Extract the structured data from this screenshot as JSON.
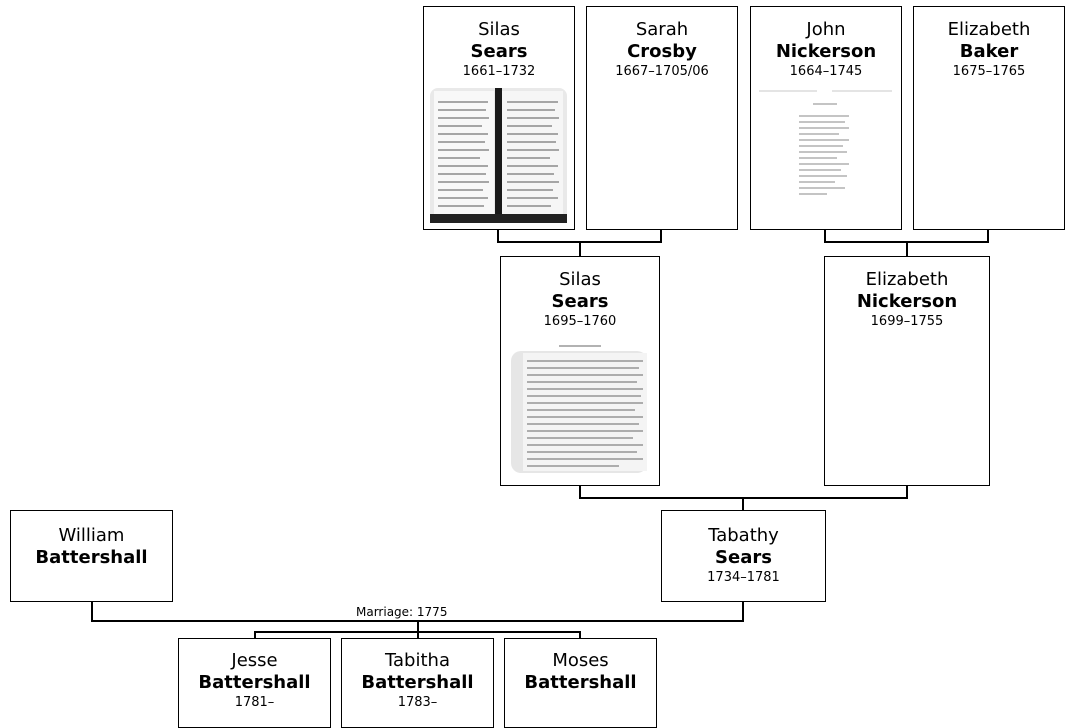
{
  "people": {
    "silas_sears_1661": {
      "given": "Silas",
      "surname": "Sears",
      "dates": "1661–1732",
      "image": "document-scan"
    },
    "sarah_crosby": {
      "given": "Sarah",
      "surname": "Crosby",
      "dates": "1667–1705/06"
    },
    "john_nickerson": {
      "given": "John",
      "surname": "Nickerson",
      "dates": "1664–1745",
      "image": "document-scan"
    },
    "elizabeth_baker": {
      "given": "Elizabeth",
      "surname": "Baker",
      "dates": "1675–1765"
    },
    "silas_sears_1695": {
      "given": "Silas",
      "surname": "Sears",
      "dates": "1695–1760",
      "image": "document-scan"
    },
    "elizabeth_nickerson": {
      "given": "Elizabeth",
      "surname": "Nickerson",
      "dates": "1699–1755"
    },
    "william_battershall": {
      "given": "William",
      "surname": "Battershall",
      "dates": ""
    },
    "tabathy_sears": {
      "given": "Tabathy",
      "surname": "Sears",
      "dates": "1734–1781"
    },
    "jesse_battershall": {
      "given": "Jesse",
      "surname": "Battershall",
      "dates": "1781–"
    },
    "tabitha_battershall": {
      "given": "Tabitha",
      "surname": "Battershall",
      "dates": "1783–"
    },
    "moses_battershall": {
      "given": "Moses",
      "surname": "Battershall",
      "dates": ""
    }
  },
  "marriage_label": "Marriage: 1775"
}
